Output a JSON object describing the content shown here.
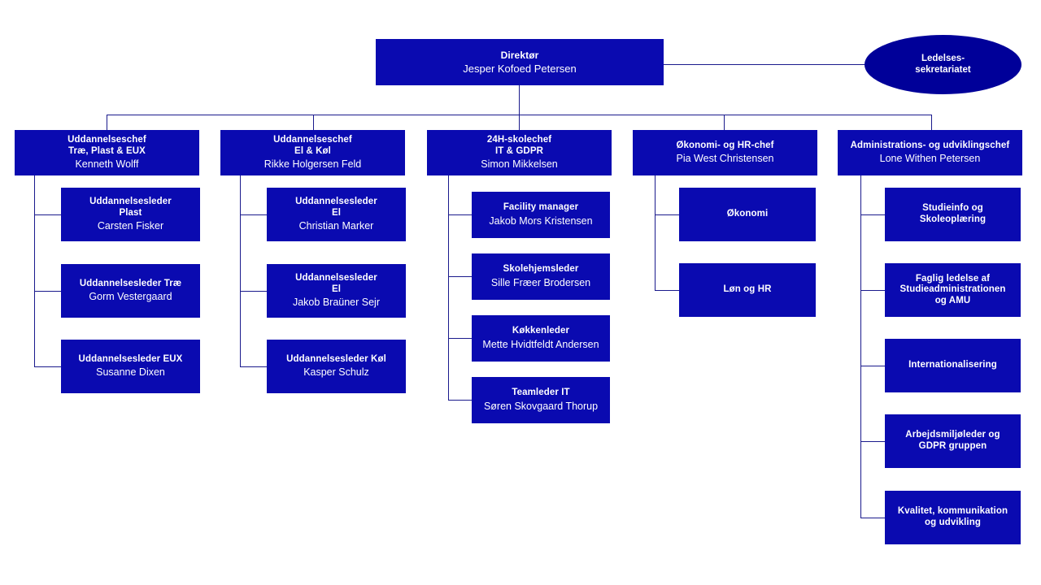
{
  "diagram": {
    "kind": "organizational-chart",
    "language": "da",
    "colors": {
      "box_fill": "#0a0ab0",
      "ellipse_fill": "#000099",
      "text": "#ffffff",
      "connector": "#1a1a8c",
      "background": "#ffffff"
    }
  },
  "root": {
    "title": "Direktør",
    "person": "Jesper Kofoed Petersen"
  },
  "staff": {
    "label": "Ledelses-\nsekretariatet"
  },
  "columns": [
    {
      "head": {
        "title": "Uddannelseschef\nTræ, Plast & EUX",
        "person": "Kenneth Wolff"
      },
      "children": [
        {
          "title": "Uddannelsesleder\nPlast",
          "person": "Carsten Fisker"
        },
        {
          "title": "Uddannelsesleder Træ",
          "person": "Gorm Vestergaard"
        },
        {
          "title": "Uddannelsesleder EUX",
          "person": "Susanne Dixen"
        }
      ]
    },
    {
      "head": {
        "title": "Uddannelseschef\nEl & Køl",
        "person": "Rikke Holgersen Feld"
      },
      "children": [
        {
          "title": "Uddannelsesleder\nEl",
          "person": "Christian Marker"
        },
        {
          "title": "Uddannelsesleder\nEl",
          "person": "Jakob Braüner Sejr"
        },
        {
          "title": "Uddannelsesleder Køl",
          "person": "Kasper Schulz"
        }
      ]
    },
    {
      "head": {
        "title": "24H-skolechef\nIT & GDPR",
        "person": "Simon Mikkelsen"
      },
      "children": [
        {
          "title": "Facility manager",
          "person": "Jakob Mors Kristensen"
        },
        {
          "title": "Skolehjemsleder",
          "person": "Sille Fræer Brodersen"
        },
        {
          "title": "Køkkenleder",
          "person": "Mette Hvidtfeldt Andersen"
        },
        {
          "title": "Teamleder IT",
          "person": "Søren Skovgaard Thorup"
        }
      ]
    },
    {
      "head": {
        "title": "Økonomi- og HR-chef",
        "person": "Pia West Christensen"
      },
      "children": [
        {
          "title": "Økonomi",
          "person": ""
        },
        {
          "title": "Løn og HR",
          "person": ""
        }
      ]
    },
    {
      "head": {
        "title": "Administrations- og udviklingschef",
        "person": "Lone Withen Petersen"
      },
      "children": [
        {
          "title": "Studieinfo og\nSkoleoplæring",
          "person": ""
        },
        {
          "title": "Faglig ledelse af\nStudieadministrationen\nog AMU",
          "person": ""
        },
        {
          "title": "Internationalisering",
          "person": ""
        },
        {
          "title": "Arbejdsmiljøleder og\nGDPR gruppen",
          "person": ""
        },
        {
          "title": "Kvalitet, kommunikation\nog udvikling",
          "person": ""
        }
      ]
    }
  ]
}
